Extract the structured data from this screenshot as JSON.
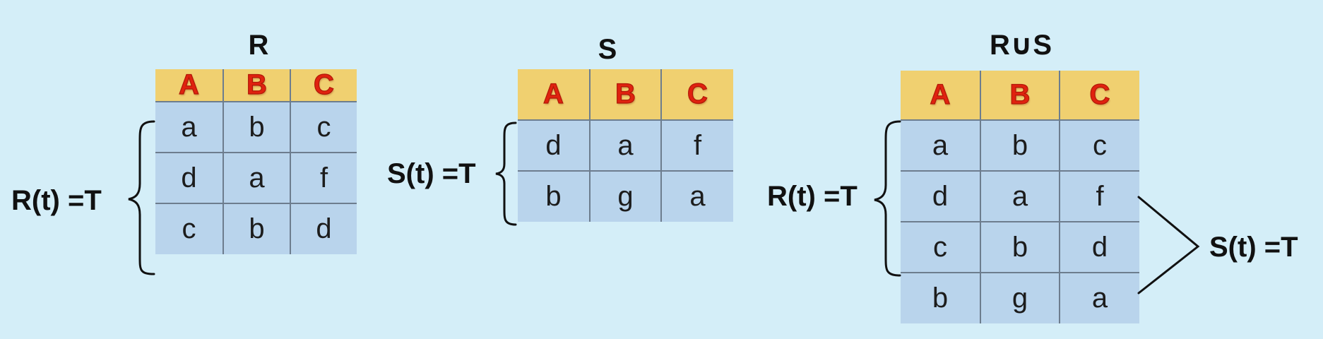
{
  "relations": [
    {
      "title": "R",
      "columns": [
        "A",
        "B",
        "C"
      ],
      "rows": [
        [
          "a",
          "b",
          "c"
        ],
        [
          "d",
          "a",
          "f"
        ],
        [
          "c",
          "b",
          "d"
        ]
      ],
      "brace_label": "R(t) =T"
    },
    {
      "title": "S",
      "columns": [
        "A",
        "B",
        "C"
      ],
      "rows": [
        [
          "d",
          "a",
          "f"
        ],
        [
          "b",
          "g",
          "a"
        ]
      ],
      "brace_label": "S(t) =T"
    },
    {
      "title": "R∪S",
      "columns": [
        "A",
        "B",
        "C"
      ],
      "rows": [
        [
          "a",
          "b",
          "c"
        ],
        [
          "d",
          "a",
          "f"
        ],
        [
          "c",
          "b",
          "d"
        ],
        [
          "b",
          "g",
          "a"
        ]
      ],
      "brace_label": "R(t) =T",
      "angle_label": "S(t) =T"
    }
  ],
  "colors": {
    "background": "#d4eef8",
    "header_fill": "#f0d070",
    "header_text": "#e0220f",
    "cell_fill": "#b9d4ec",
    "grid": "#6d7d8e"
  }
}
